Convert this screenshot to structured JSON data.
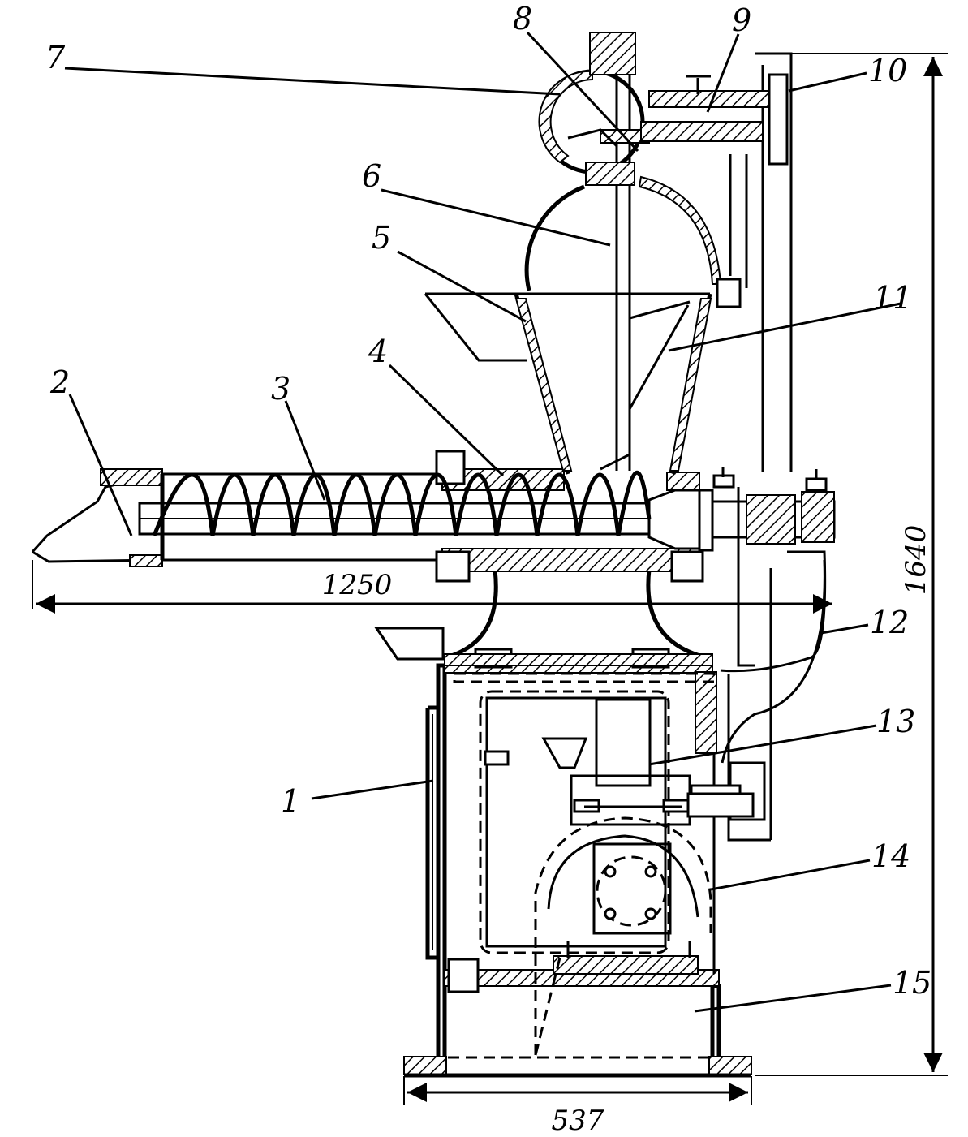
{
  "figure": {
    "part_labels": [
      "1",
      "2",
      "3",
      "4",
      "5",
      "6",
      "7",
      "8",
      "9",
      "10",
      "11",
      "12",
      "13",
      "14",
      "15"
    ],
    "dimensions": {
      "overall_height": "1640",
      "feed_tube_length": "1250",
      "base_width": "537"
    }
  }
}
